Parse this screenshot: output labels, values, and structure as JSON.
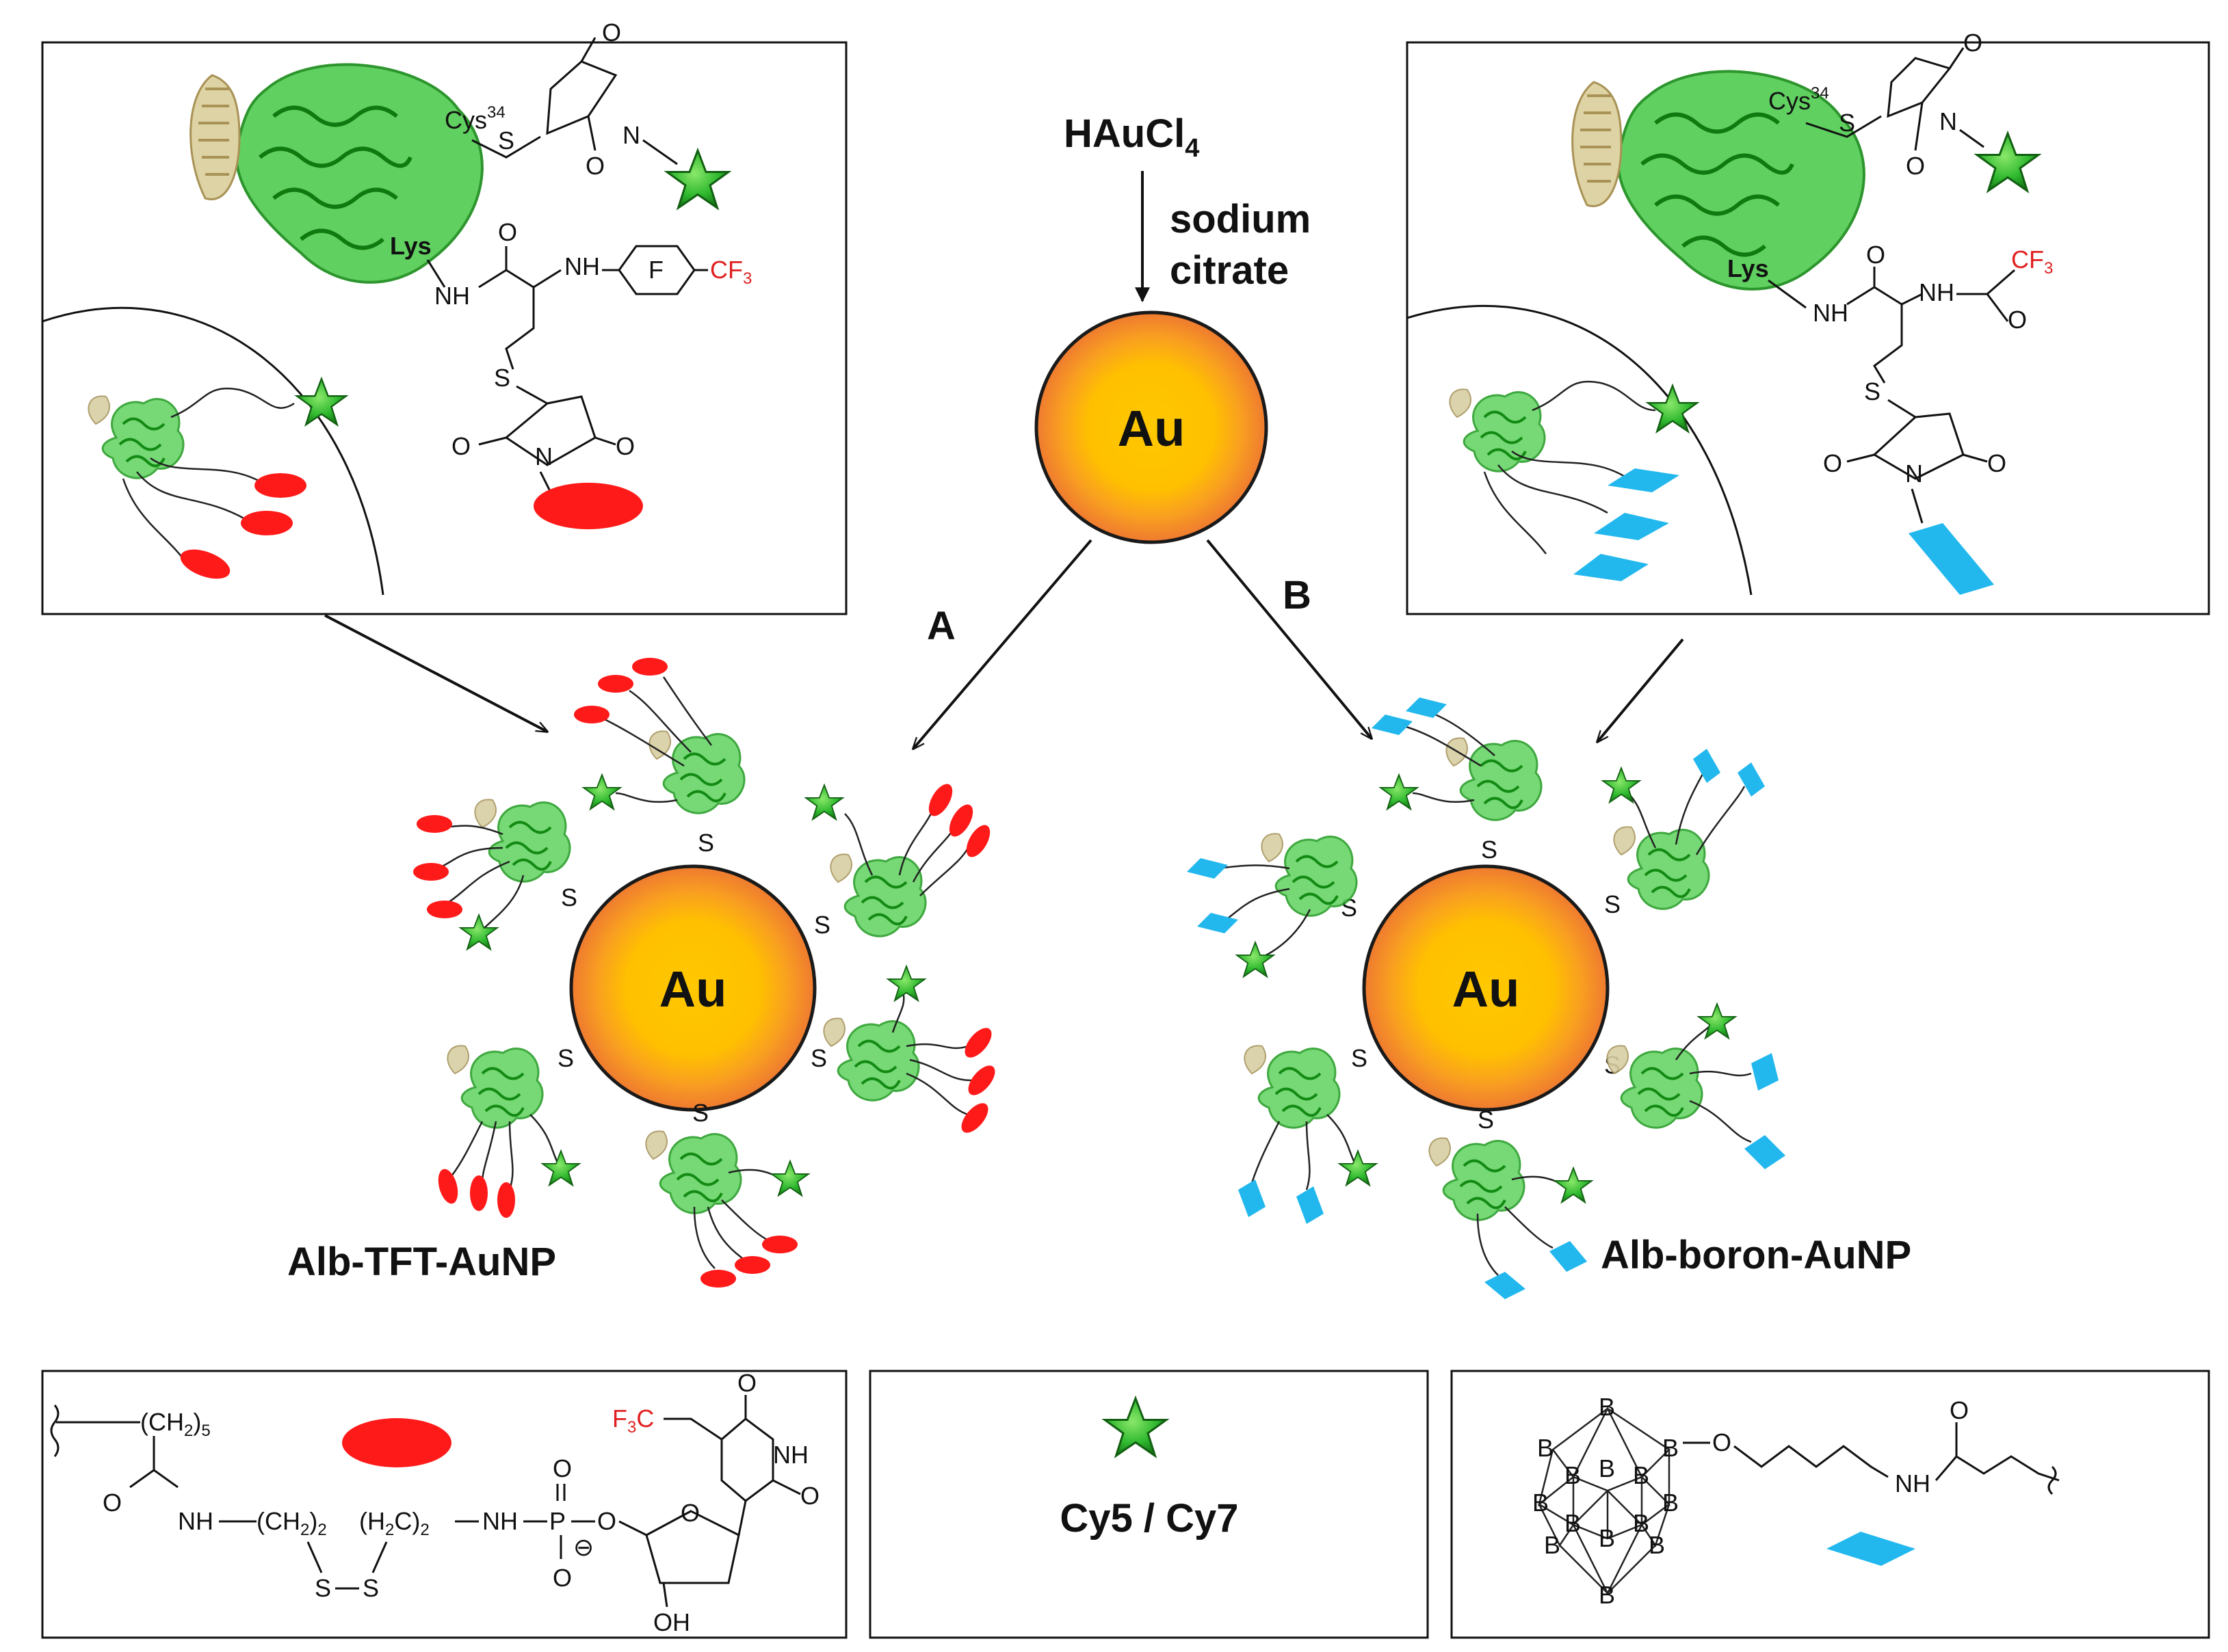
{
  "colors": {
    "au_core": "#ffc800",
    "au_shell": "#f0883a",
    "au_outline": "#1a1a1a",
    "tft_marker": "#ff1a1a",
    "boron_marker": "#22b8ee",
    "dye_star": "#2fbf2f",
    "protein": "#36c436",
    "protein_beige": "#c9bd8e",
    "cf3_text": "#e02020"
  },
  "synthesis": {
    "precursor": "HAuCl",
    "precursor_sub": "4",
    "reagent_line1": "sodium",
    "reagent_line2": "citrate",
    "core_label": "Au",
    "route_a": "A",
    "route_b": "B"
  },
  "products": {
    "left_label": "Alb-TFT-AuNP",
    "right_label": "Alb-boron-AuNP",
    "core_label": "Au",
    "linker_atom": "S"
  },
  "inset_left": {
    "cys_label": "Cys",
    "cys_sup": "34",
    "lys_label": "Lys",
    "atom_s": "S",
    "atom_n": "N",
    "atom_o": "O",
    "atom_nh": "NH",
    "atom_f": "F",
    "cf3": "CF",
    "cf3_sub": "3"
  },
  "inset_right": {
    "cys_label": "Cys",
    "cys_sup": "34",
    "lys_label": "Lys",
    "atom_s": "S",
    "atom_n": "N",
    "atom_o": "O",
    "atom_nh": "NH",
    "cf3": "CF",
    "cf3_sub": "3"
  },
  "legend": {
    "tft": {
      "ch2_5": "(CH",
      "ch2_5_sub": "2",
      "ch2_5_close": ")",
      "ch2_5_n": "5",
      "nh": "NH",
      "ch2_2a": "(CH",
      "ch2_2a_sub": "2",
      "ch2_2a_close": ")",
      "ch2_2a_n": "2",
      "h2c_2": "(H",
      "h2c_2_sub": "2",
      "h2c_2_close": "C)",
      "h2c_2_n": "2",
      "nh2": "NH",
      "p": "P",
      "o": "O",
      "s1": "S",
      "s2": "S",
      "minus": "⊖",
      "f3c": "F",
      "f3c_sub": "3",
      "f3c_c": "C",
      "oh": "OH"
    },
    "dye": {
      "label": "Cy5 / Cy7"
    },
    "boron": {
      "atom_b": "B",
      "atom_o": "O",
      "nh": "NH"
    }
  }
}
